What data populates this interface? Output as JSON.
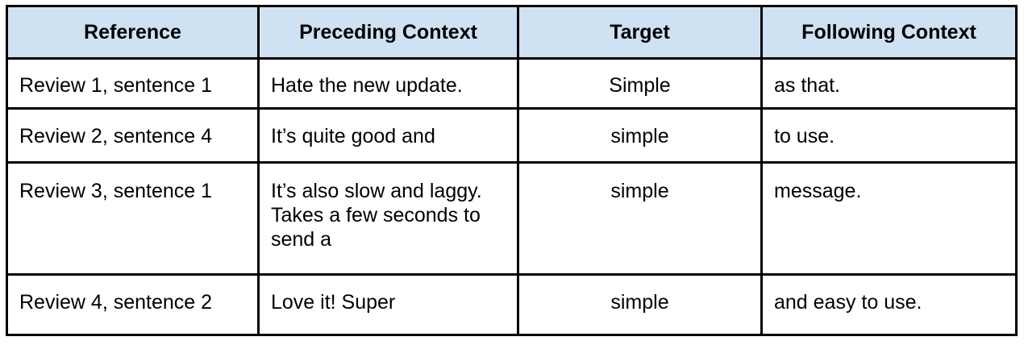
{
  "table": {
    "headers": [
      "Reference",
      "Preceding Context",
      "Target",
      "Following Context"
    ],
    "rows": [
      {
        "reference": "Review 1, sentence 1",
        "preceding": "Hate the new update.",
        "target": "Simple",
        "following": "as that."
      },
      {
        "reference": "Review 2, sentence 4",
        "preceding": "It’s quite good and",
        "target": "simple",
        "following": "to use."
      },
      {
        "reference": "Review 3, sentence 1",
        "preceding": "It’s also slow and laggy. Takes a few seconds to send a",
        "target": "simple",
        "following": "message."
      },
      {
        "reference": "Review 4, sentence 2",
        "preceding": "Love it! Super",
        "target": "simple",
        "following": "and easy to use."
      }
    ]
  },
  "colors": {
    "header_bg": "#cfe2f3",
    "border": "#000000"
  }
}
